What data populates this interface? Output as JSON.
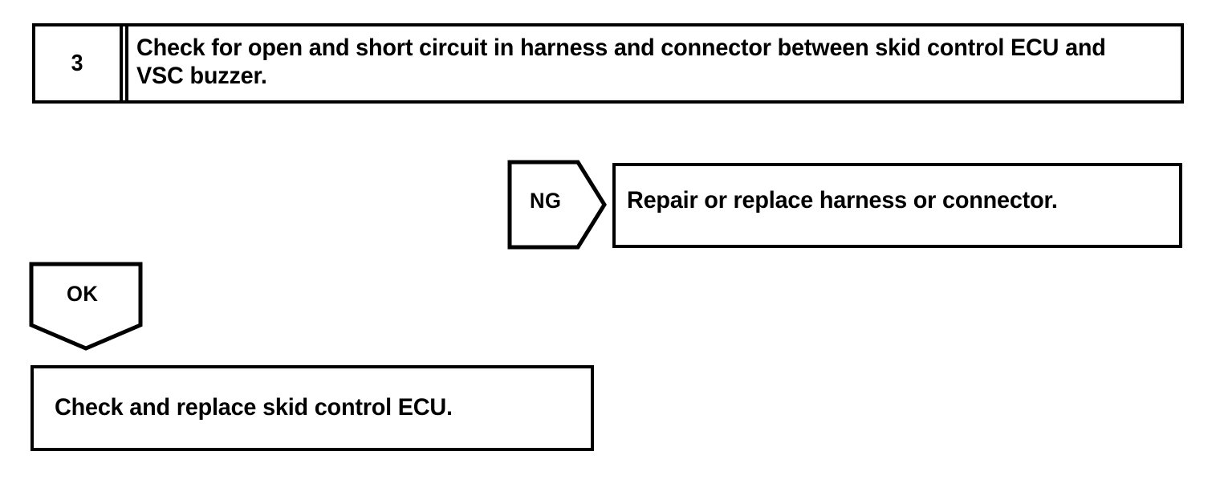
{
  "document": {
    "type": "troubleshooting-flowchart",
    "ink_color": "#000000",
    "paper_color": "#ffffff"
  },
  "step": {
    "number": "3",
    "instruction": "Check for open and short circuit in harness and connector between skid control ECU and VSC buzzer."
  },
  "branches": {
    "ng": {
      "label": "NG",
      "shape": "pentagon-right",
      "result": "Repair or replace harness or connector."
    },
    "ok": {
      "label": "OK",
      "shape": "pentagon-down",
      "result": "Check and replace skid control ECU."
    }
  }
}
